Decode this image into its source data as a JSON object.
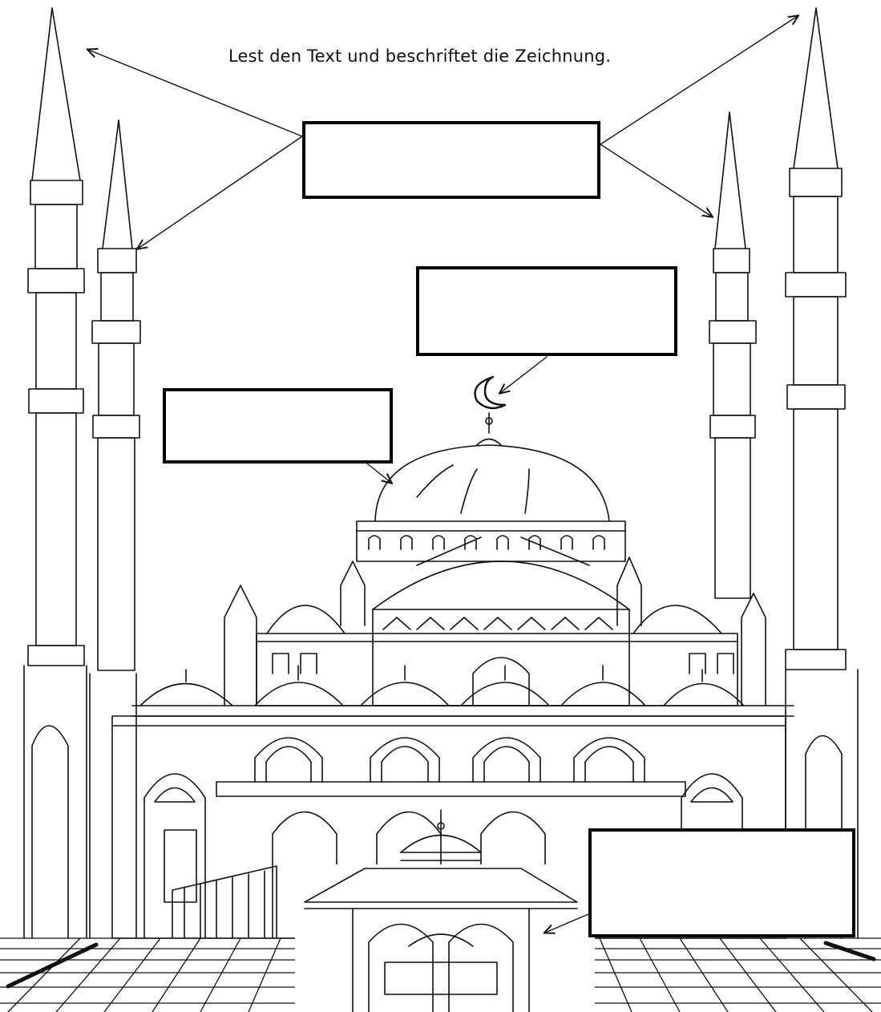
{
  "worksheet": {
    "instruction": "Lest den Text und beschriftet die Zeichnung."
  },
  "label_boxes": [
    {
      "id": "minarets",
      "value": ""
    },
    {
      "id": "crescent",
      "value": ""
    },
    {
      "id": "dome",
      "value": ""
    },
    {
      "id": "fountain",
      "value": ""
    }
  ],
  "colors": {
    "ink": "#000000",
    "paper": "#ffffff"
  }
}
